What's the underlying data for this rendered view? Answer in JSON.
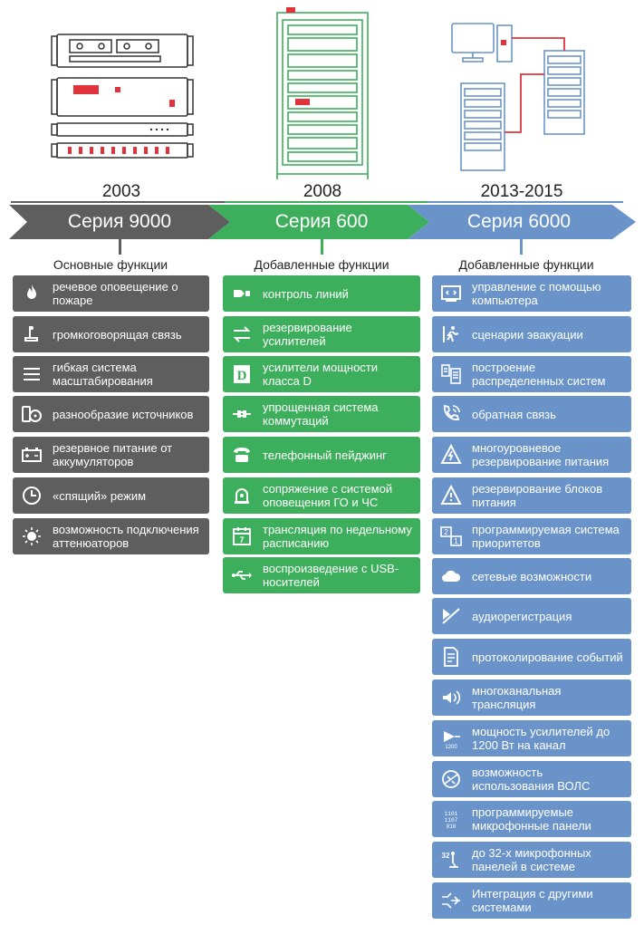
{
  "columns": [
    {
      "year": "2003",
      "series": "Серия 9000",
      "header": "Основные функции",
      "color": "#5e5e5e",
      "items": [
        {
          "icon": "fire-icon",
          "text": "речевое оповещение о пожаре"
        },
        {
          "icon": "microphone-icon",
          "text": "громкоговорящая связь"
        },
        {
          "icon": "lines-icon",
          "text": "гибкая система масштабирования"
        },
        {
          "icon": "media-sources-icon",
          "text": "разнообразие источников"
        },
        {
          "icon": "battery-icon",
          "text": "резервное питание от аккумуляторов"
        },
        {
          "icon": "clock-icon",
          "text": "«спящий» режим"
        },
        {
          "icon": "dimmer-icon",
          "text": "возможность подключения аттенюаторов"
        }
      ]
    },
    {
      "year": "2008",
      "series": "Серия 600",
      "header": "Добавленные функции",
      "color": "#3daf5c",
      "items": [
        {
          "icon": "line-control-icon",
          "text": "контроль линий"
        },
        {
          "icon": "swap-arrows-icon",
          "text": "резервирование усилителей"
        },
        {
          "icon": "class-d-icon",
          "text": "усилители мощности класса D"
        },
        {
          "icon": "plug-icon",
          "text": "упрощенная система коммутаций"
        },
        {
          "icon": "phone-icon",
          "text": "телефонный пейджинг"
        },
        {
          "icon": "alarm-bell-icon",
          "text": "сопряжение с системой оповещения ГО и ЧС"
        },
        {
          "icon": "calendar-icon",
          "text": "трансляция по недельному расписанию"
        },
        {
          "icon": "usb-icon",
          "text": "воспроизведение с USB-носителей"
        }
      ]
    },
    {
      "year": "2013-2015",
      "series": "Серия 6000",
      "header": "Добавленные функции",
      "color": "#6a94c9",
      "items": [
        {
          "icon": "computer-code-icon",
          "text": "управление с помощью компьютера"
        },
        {
          "icon": "running-man-icon",
          "text": "сценарии эвакуации"
        },
        {
          "icon": "distributed-icon",
          "text": "построение распределенных систем"
        },
        {
          "icon": "phone-feedback-icon",
          "text": "обратная связь"
        },
        {
          "icon": "warning-power-icon",
          "text": "многоуровневое резервирование питания"
        },
        {
          "icon": "warning-block-icon",
          "text": "резервирование блоков питания"
        },
        {
          "icon": "priority-icon",
          "text": "программируемая система приоритетов"
        },
        {
          "icon": "cloud-icon",
          "text": "сетевые возможности"
        },
        {
          "icon": "recording-icon",
          "text": "аудиорегистрация"
        },
        {
          "icon": "document-icon",
          "text": "протоколирование событий"
        },
        {
          "icon": "multichannel-icon",
          "text": "многоканальная трансляция"
        },
        {
          "icon": "power-1200-icon",
          "label": "1200",
          "text": "мощность усилителей до 1200 Вт на канал"
        },
        {
          "icon": "fiber-icon",
          "text": "возможность использования ВОЛС"
        },
        {
          "icon": "binary-icon",
          "label": "1101 1107 010",
          "text": "программируемые микрофонные панели"
        },
        {
          "icon": "mic-32-icon",
          "label": "32",
          "text": "до 32-х микрофонных панелей в системе"
        },
        {
          "icon": "integration-icon",
          "text": "Интеграция с другими системами"
        }
      ]
    }
  ],
  "timeline_colors": {
    "grey": "#5e5e5e",
    "green": "#3daf5c",
    "blue": "#6a94c9"
  }
}
